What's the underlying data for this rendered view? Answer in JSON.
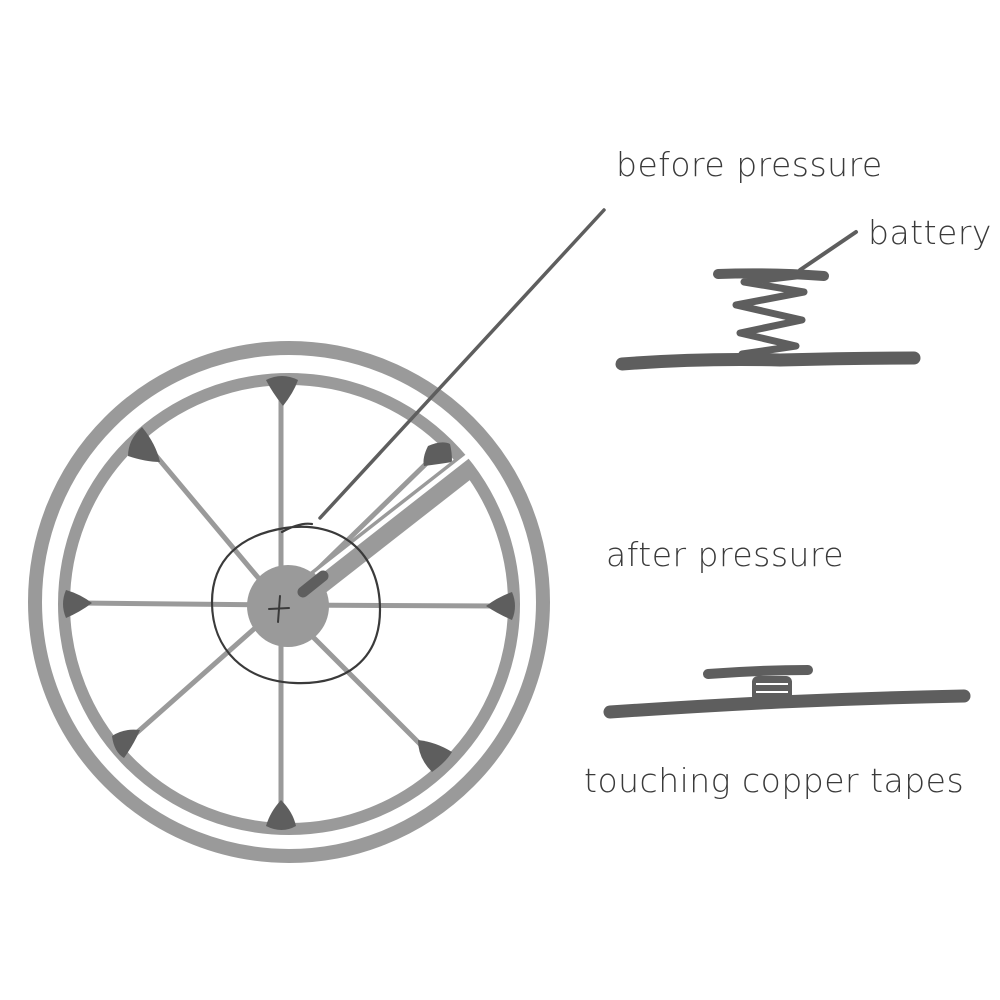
{
  "labels": {
    "before_pressure": "before pressure",
    "battery": "battery",
    "after_pressure": "after pressure",
    "touching_copper_tapes": "touching copper tapes"
  },
  "colors": {
    "light_gray": "#9a9a9a",
    "dark_gray": "#5e5e5e",
    "ink": "#3a3a3a",
    "background": "#ffffff"
  },
  "wheel": {
    "spoke_count": 8
  }
}
